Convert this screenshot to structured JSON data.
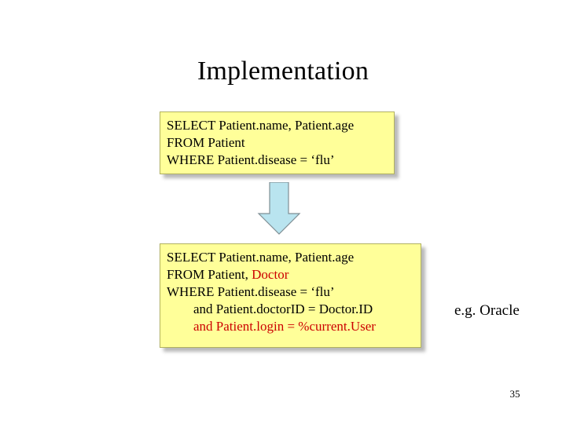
{
  "slide": {
    "title": "Implementation",
    "page_number": "35",
    "note": "e.g. Oracle",
    "query_before": {
      "lines": [
        {
          "text": "SELECT Patient.name, Patient.age",
          "color": "black",
          "indent": false
        },
        {
          "text": "FROM Patient",
          "color": "black",
          "indent": false
        },
        {
          "text": "WHERE Patient.disease = ‘flu’",
          "color": "black",
          "indent": false
        }
      ]
    },
    "query_after": {
      "lines": [
        {
          "text": "SELECT Patient.name, Patient.age",
          "color": "black",
          "indent": false
        },
        {
          "text": "FROM Patient, ",
          "color": "black",
          "indent": false,
          "suffix": "Doctor",
          "suffix_color": "red"
        },
        {
          "text": "WHERE Patient.disease = ‘flu’",
          "color": "black",
          "indent": false
        },
        {
          "text": "and Patient.doctorID = Doctor.ID",
          "color": "black",
          "indent": true
        },
        {
          "text": "and Patient.login = %current.User",
          "color": "red",
          "indent": true
        }
      ]
    },
    "arrow": {
      "name": "down-arrow",
      "fill": "#b9e4ef",
      "stroke": "#7a8a90"
    },
    "colors": {
      "box_fill": "#ffff99",
      "highlight": "#cc0000"
    }
  }
}
